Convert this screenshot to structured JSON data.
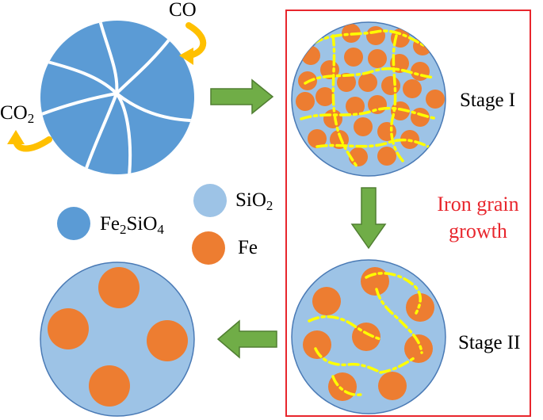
{
  "labels": {
    "co": "CO",
    "co2_main": "CO",
    "co2_sub": "2",
    "stage1": "Stage I",
    "stage2": "Stage II",
    "growth_line1": "Iron grain",
    "growth_line2": "growth"
  },
  "legend": {
    "fe2sio4": {
      "p1": "Fe",
      "s1": "2",
      "p2": "SiO",
      "s2": "4",
      "color": "#5b9bd5"
    },
    "sio2": {
      "p1": "SiO",
      "s1": "2",
      "color": "#9dc3e6"
    },
    "fe": {
      "p1": "Fe",
      "color": "#ed7d31"
    }
  },
  "colors": {
    "particle_blue": "#5b9bd5",
    "light_blue": "#9dc3e6",
    "iron_orange": "#ed7d31",
    "arrow_green": "#70ad47",
    "gas_arrow": "#ffc000",
    "boundary_yellow": "#ffff00",
    "frame_red": "#e8262d"
  },
  "icons": {
    "reaction_arrow": "right-arrow-icon",
    "stage_arrow": "down-arrow-icon",
    "final_arrow": "left-arrow-icon",
    "gas_in": "curved-arrow-icon",
    "gas_out": "curved-arrow-icon"
  }
}
